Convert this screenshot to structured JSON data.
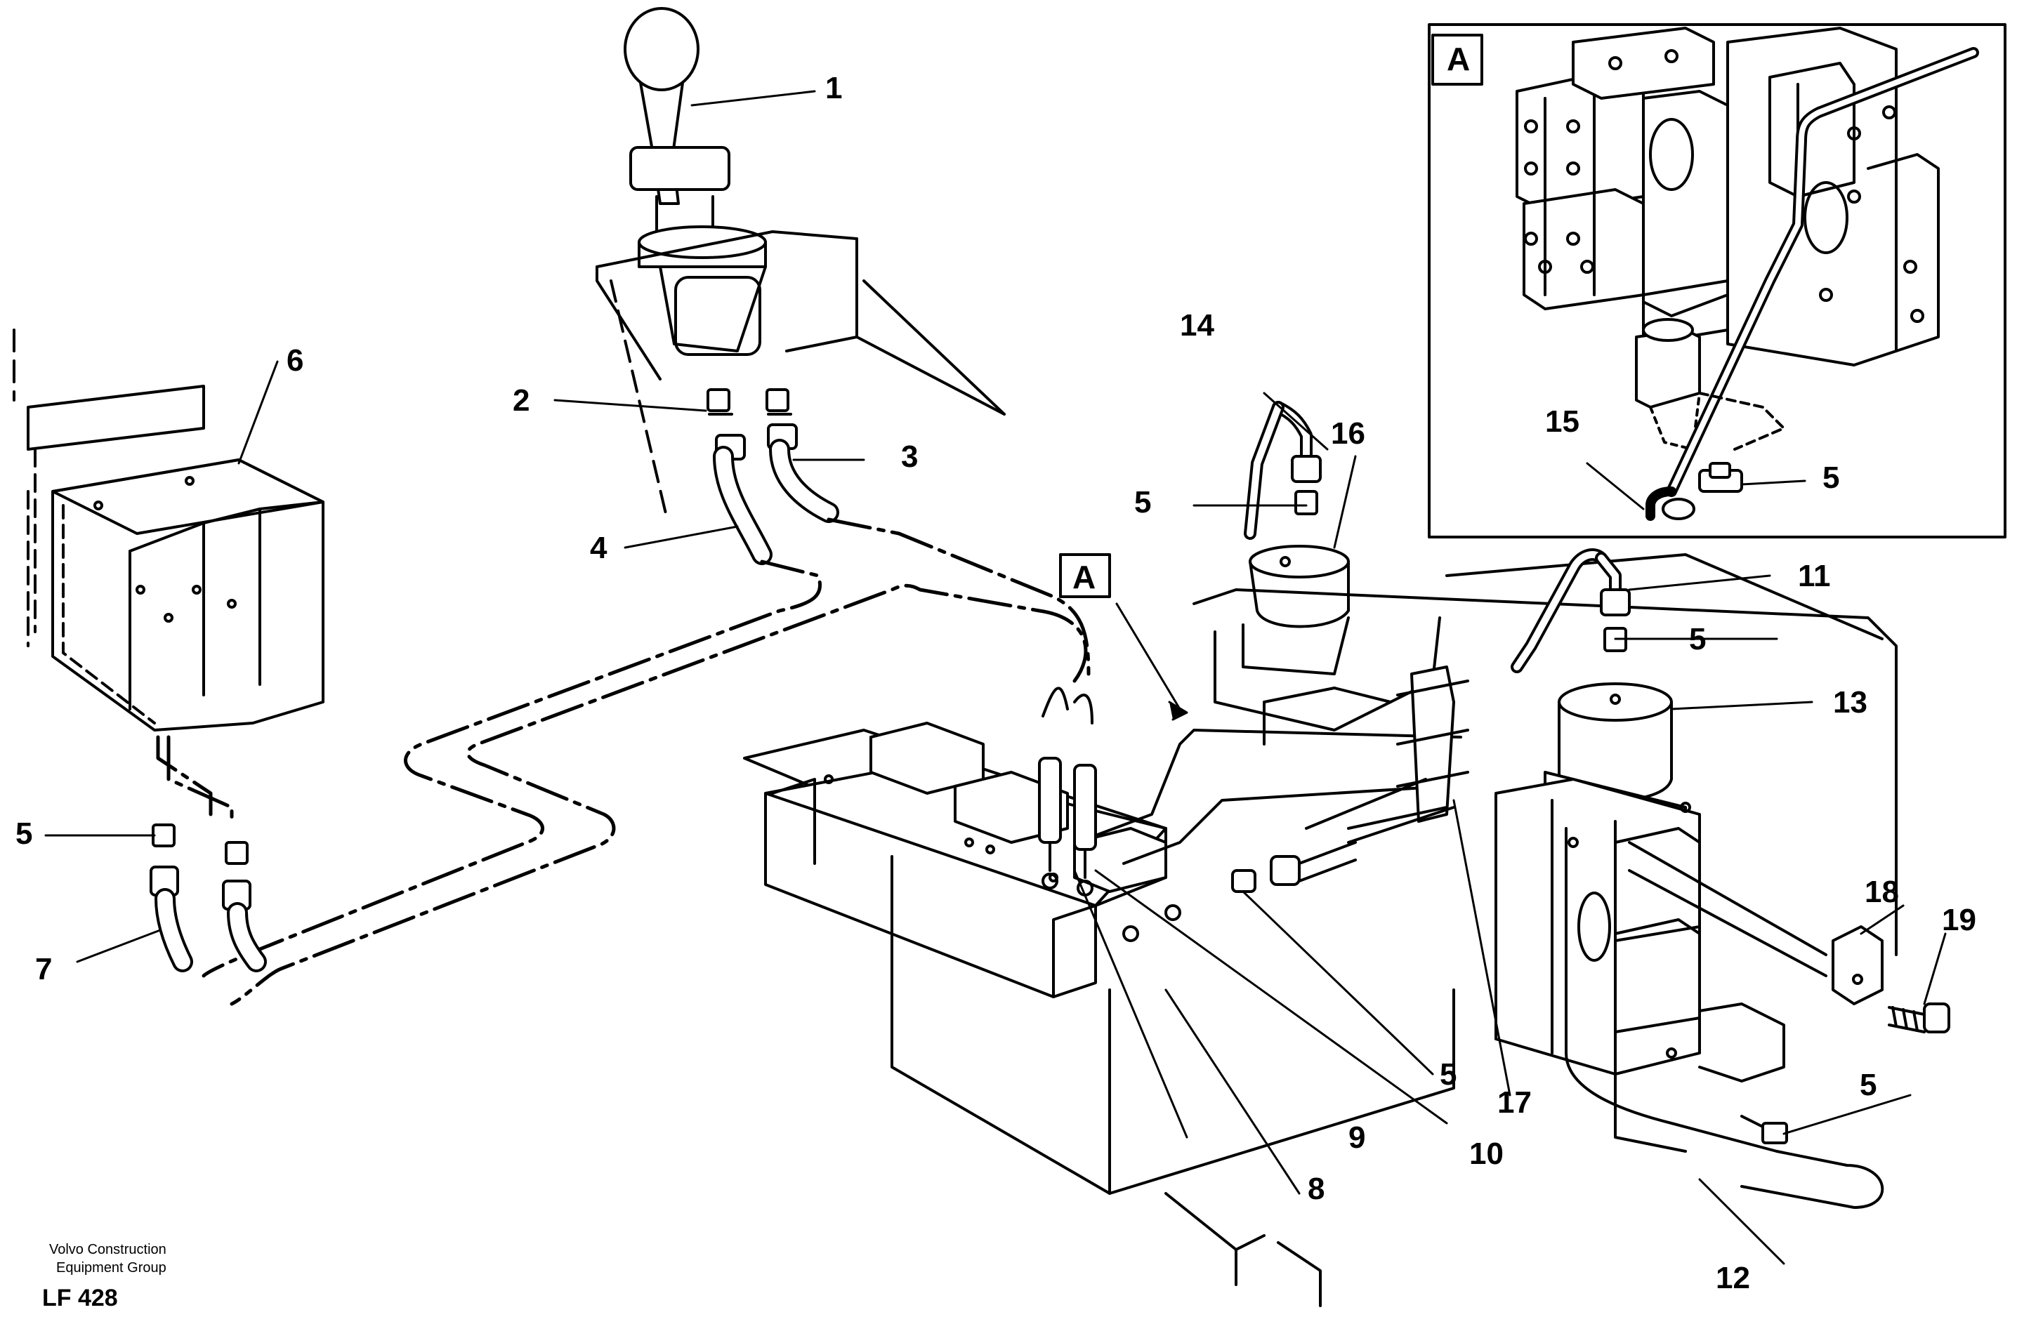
{
  "callouts": {
    "n1": "1",
    "n2": "2",
    "n3": "3",
    "n4": "4",
    "n5": "5",
    "n6": "6",
    "n7": "7",
    "n8": "8",
    "n9": "9",
    "n10": "10",
    "n11": "11",
    "n12": "12",
    "n13": "13",
    "n14": "14",
    "n15": "15",
    "n16": "16",
    "n17": "17",
    "n18": "18",
    "n19": "19"
  },
  "detail_label": "A",
  "footer": {
    "company_line1": "Volvo Construction",
    "company_line2": "Equipment Group",
    "code": "LF 428"
  }
}
